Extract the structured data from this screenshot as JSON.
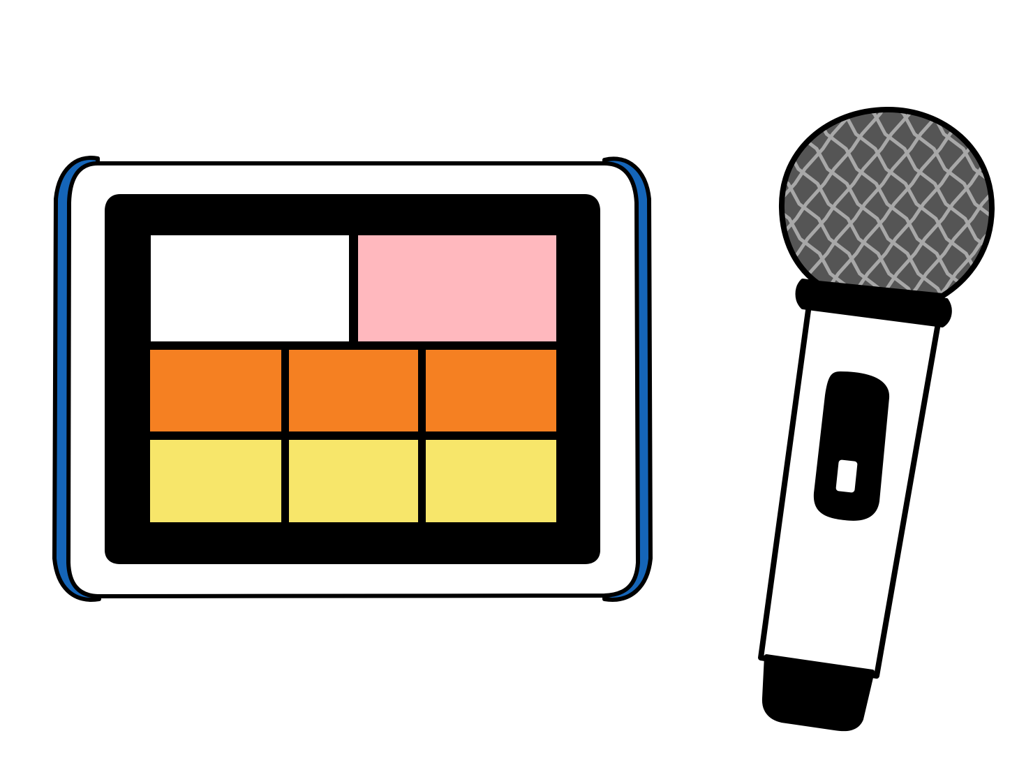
{
  "illustration": {
    "tablet": {
      "bumper_color": "#1565b8",
      "frame_color": "#ffffff",
      "bezel_color": "#000000",
      "tiles": [
        {
          "row": 0,
          "color": "#ffffff"
        },
        {
          "row": 0,
          "color": "#ffb8be"
        },
        {
          "row": 1,
          "color": "#f58022"
        },
        {
          "row": 1,
          "color": "#f58022"
        },
        {
          "row": 1,
          "color": "#f58022"
        },
        {
          "row": 2,
          "color": "#f7e66a"
        },
        {
          "row": 2,
          "color": "#f7e66a"
        },
        {
          "row": 2,
          "color": "#f7e66a"
        }
      ]
    },
    "microphone": {
      "grille_color": "#555555",
      "mesh_color": "#a8a8a8",
      "handle_color": "#ffffff",
      "collar_color": "#000000",
      "switch_color": "#000000"
    }
  }
}
